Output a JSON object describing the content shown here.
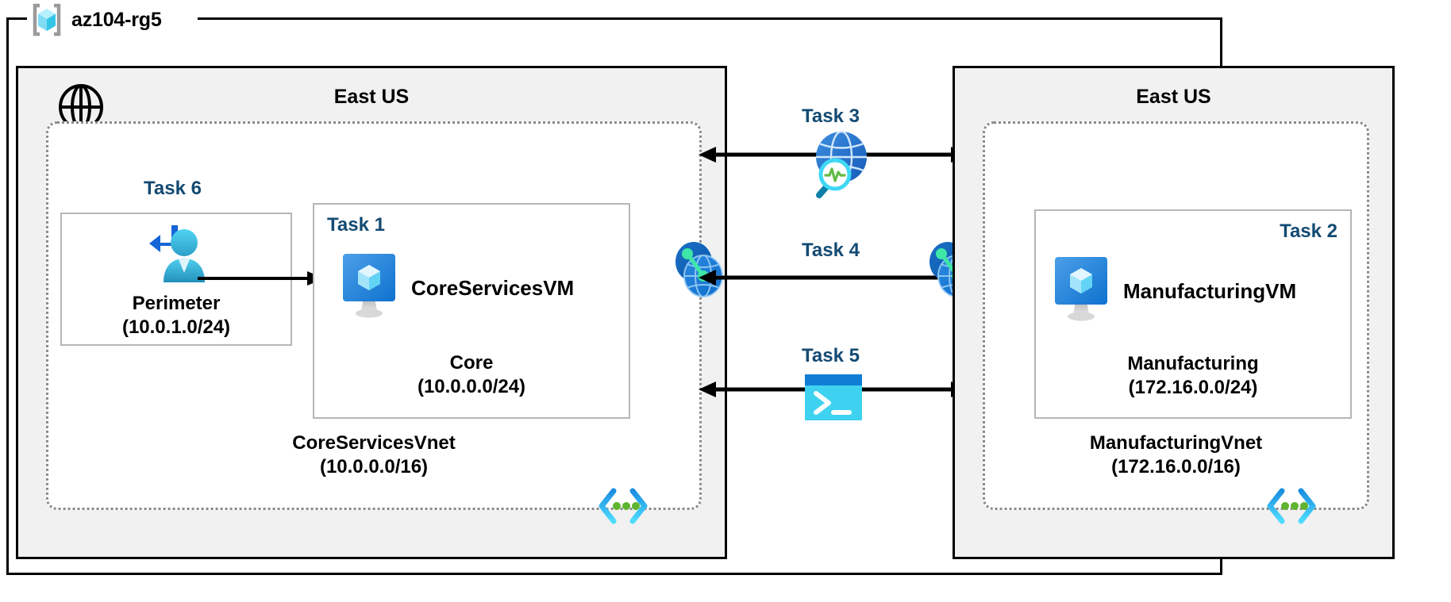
{
  "diagram": {
    "resource_group": {
      "name": "az104-rg5",
      "icon": "azure-resource-group-icon"
    },
    "regions": [
      {
        "id": "left",
        "title": "East US"
      },
      {
        "id": "right",
        "title": "East US"
      }
    ],
    "vnets": [
      {
        "id": "core",
        "name": "CoreServicesVnet",
        "cidr": "(10.0.0.0/16)",
        "nsg_icon": "network-security-group-icon",
        "subnets": [
          {
            "id": "perimeter",
            "task": "Task 6",
            "name": "Perimeter",
            "cidr": "(10.0.1.0/24)",
            "icon": "azure-bastion-user-icon"
          },
          {
            "id": "core",
            "task": "Task 1",
            "name": "Core",
            "cidr": "(10.0.0.0/24)",
            "vm": "CoreServicesVM",
            "icon": "virtual-machine-icon"
          }
        ]
      },
      {
        "id": "manufacturing",
        "name": "ManufacturingVnet",
        "cidr": "(172.16.0.0/16)",
        "nsg_icon": "network-security-group-icon",
        "subnets": [
          {
            "id": "manufacturing",
            "task": "Task 2",
            "name": "Manufacturing",
            "cidr": "(172.16.0.0/24)",
            "vm": "ManufacturingVM",
            "icon": "virtual-machine-icon"
          }
        ]
      }
    ],
    "internet": {
      "icon": "internet-globe-icon"
    },
    "connectors": [
      {
        "id": "task3",
        "label": "Task 3",
        "icon": "network-watcher-icon",
        "direction": "bidirectional"
      },
      {
        "id": "task4",
        "label": "Task 4",
        "icon": "vnet-peering-icon",
        "direction": "bidirectional"
      },
      {
        "id": "task5",
        "label": "Task 5",
        "icon": "cloud-shell-icon",
        "direction": "bidirectional"
      }
    ],
    "peering_endpoints": [
      {
        "id": "peering-left",
        "icon": "vnet-peering-icon"
      },
      {
        "id": "peering-right",
        "icon": "vnet-peering-icon"
      }
    ],
    "colors": {
      "task_label": "#134a73",
      "region_fill": "#f1f1f1",
      "vnet_border": "#8a8a8a",
      "subnet_border": "#b6b6b6",
      "azure_blue": "#0078d4",
      "cyan": "#32bedd",
      "green": "#5ab75a"
    }
  }
}
